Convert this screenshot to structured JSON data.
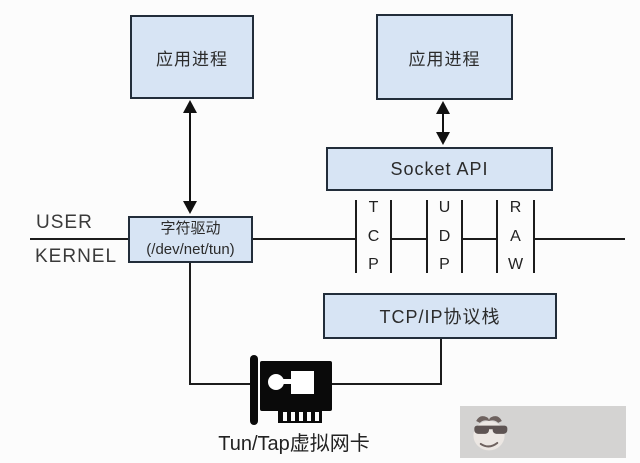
{
  "boxes": {
    "app_process_left": "应用进程",
    "app_process_right": "应用进程",
    "socket_api": "Socket API",
    "char_driver_line1": "字符驱动",
    "char_driver_line2": "(/dev/net/tun)",
    "tcpip_stack": "TCP/IP协议栈"
  },
  "labels": {
    "user": "USER",
    "kernel": "KERNEL",
    "nic_caption": "Tun/Tap虚拟网卡"
  },
  "protocols": [
    {
      "name": "TCP",
      "letters": [
        "T",
        "C",
        "P"
      ]
    },
    {
      "name": "UDP",
      "letters": [
        "U",
        "D",
        "P"
      ]
    },
    {
      "name": "RAW",
      "letters": [
        "R",
        "A",
        "W"
      ]
    }
  ],
  "icons": {
    "nic_icon": "network-interface-card-icon",
    "watermark_icon": "monkey-sunglasses-emoji-icon"
  },
  "colors": {
    "background": "#fcfcfc",
    "box_fill": "#d7e4f4",
    "box_border": "#222d3a",
    "line": "#1c1c1c",
    "text": "#2b2b2b",
    "watermark_band": "#b2b0af"
  }
}
